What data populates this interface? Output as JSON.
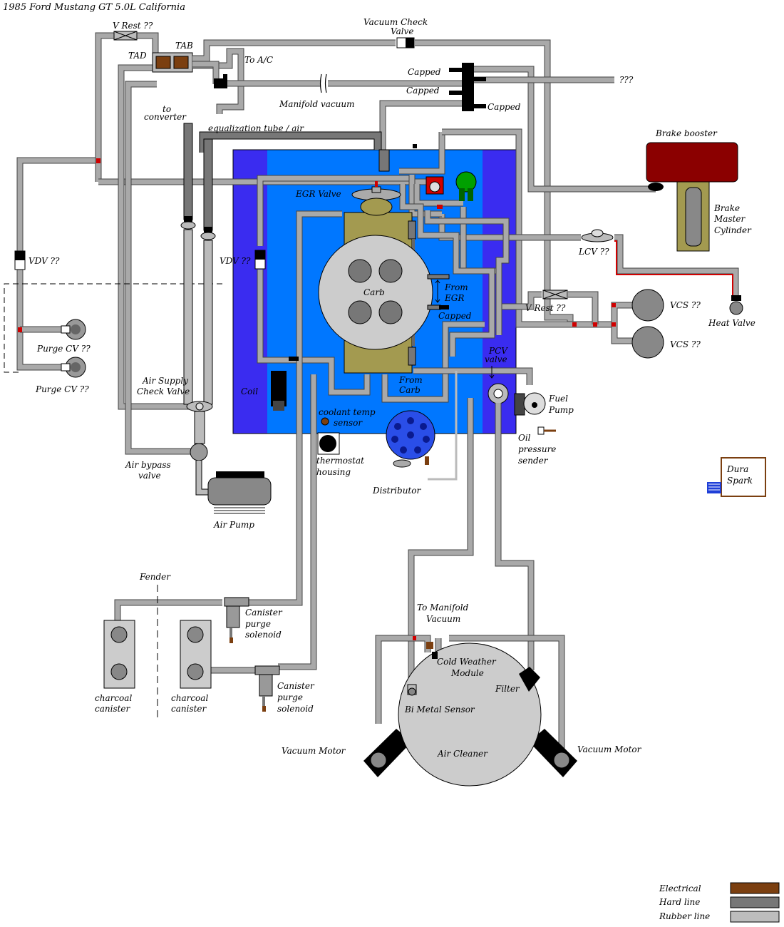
{
  "title": "1985 Ford Mustang GT 5.0L California",
  "colors": {
    "electrical": "#7b3f10",
    "hard_line": "#777777",
    "rubber_line": "#bdbdbd",
    "engine_block": "#0077ff",
    "manifold_side": "#3a2cf0",
    "carb_body": "#a39a50",
    "brake_booster": "#8b0000"
  },
  "labels": {
    "v_rest_top": "V Rest ??",
    "tad": "TAD",
    "tab": "TAB",
    "vacuum_check_valve_l1": "Vacuum Check",
    "vacuum_check_valve_l2": "Valve",
    "to_ac": "To A/C",
    "capped_1": "Capped",
    "capped_2": "Capped",
    "capped_3": "Capped",
    "capped_4": "Capped",
    "unknown": "???",
    "manifold_vacuum": "Manifold vacuum",
    "to_converter_l1": "to",
    "to_converter_l2": "converter",
    "equalization_tube": "equalization tube / air",
    "brake_booster": "Brake booster",
    "brake_master_l1": "Brake",
    "brake_master_l2": "Master",
    "brake_master_l3": "Cylinder",
    "egr_valve": "EGR Valve",
    "vdv_left": "VDV  ??",
    "vdv_mid": "VDV ??",
    "lcv": "LCV ??",
    "carb": "Carb",
    "from_egr_l1": "From",
    "from_egr_l2": "EGR",
    "v_rest_right": "V Rest ??",
    "vcs_1": "VCS ??",
    "vcs_2": "VCS ??",
    "heat_valve": "Heat Valve",
    "purge_cv_1": "Purge CV ??",
    "purge_cv_2": "Purge CV ??",
    "pcv_valve_l1": "PCV",
    "pcv_valve_l2": "valve",
    "air_supply_cv_l1": "Air Supply",
    "air_supply_cv_l2": "Check Valve",
    "coil": "Coil",
    "from_carb_l1": "From",
    "from_carb_l2": "Carb",
    "fuel_pump_l1": "Fuel",
    "fuel_pump_l2": "Pump",
    "coolant_sensor_l1": "coolant temp",
    "coolant_sensor_l2": "sensor",
    "thermostat_l1": "thermostat",
    "thermostat_l2": "housing",
    "oil_sender_l1": "Oil",
    "oil_sender_l2": "pressure",
    "oil_sender_l3": "sender",
    "air_bypass_l1": "Air bypass",
    "air_bypass_l2": "valve",
    "distributor": "Distributor",
    "dura_spark_l1": "Dura",
    "dura_spark_l2": "Spark",
    "air_pump": "Air Pump",
    "fender": "Fender",
    "canister_purge_1_l1": "Canister",
    "canister_purge_1_l2": "purge",
    "canister_purge_1_l3": "solenoid",
    "canister_purge_2_l1": "Canister",
    "canister_purge_2_l2": "purge",
    "canister_purge_2_l3": "solenoid",
    "charcoal_1_l1": "charcoal",
    "charcoal_1_l2": "canister",
    "charcoal_2_l1": "charcoal",
    "charcoal_2_l2": "canister",
    "to_manifold_vac_l1": "To Manifold",
    "to_manifold_vac_l2": "Vacuum",
    "cold_weather_l1": "Cold Weather",
    "cold_weather_l2": "Module",
    "filter": "Filter",
    "bi_metal_sensor": "Bi Metal Sensor",
    "air_cleaner": "Air Cleaner",
    "vacuum_motor_left": "Vacuum Motor",
    "vacuum_motor_right": "Vacuum Motor"
  },
  "legend": [
    {
      "label": "Electrical",
      "color": "#7b3f10"
    },
    {
      "label": "Hard line",
      "color": "#777777"
    },
    {
      "label": "Rubber line",
      "color": "#bdbdbd"
    }
  ]
}
